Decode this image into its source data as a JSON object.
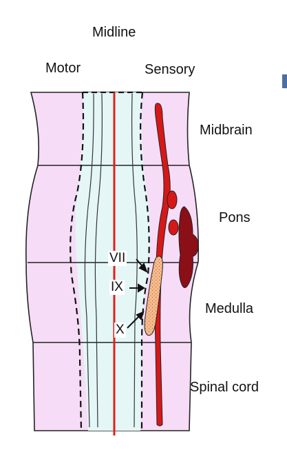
{
  "labels": {
    "midline": "Midline",
    "motor": "Motor",
    "sensory": "Sensory",
    "midbrain": "Midbrain",
    "pons": "Pons",
    "medulla": "Medulla",
    "spinal_cord": "Spinal cord"
  },
  "nerves": {
    "vii": "VII",
    "ix": "IX",
    "x": "X"
  },
  "colors": {
    "brainstem_fill": "#f6dcf6",
    "central_fill": "#e4f6f6",
    "midline_line": "#e0201a",
    "sensory_nucleus": "#d61818",
    "pontine_nucleus": "#8b0f16",
    "solitary_nucleus_fill": "#f7bd8f",
    "outline": "#222222",
    "corner_mark": "#4a6fa5"
  }
}
